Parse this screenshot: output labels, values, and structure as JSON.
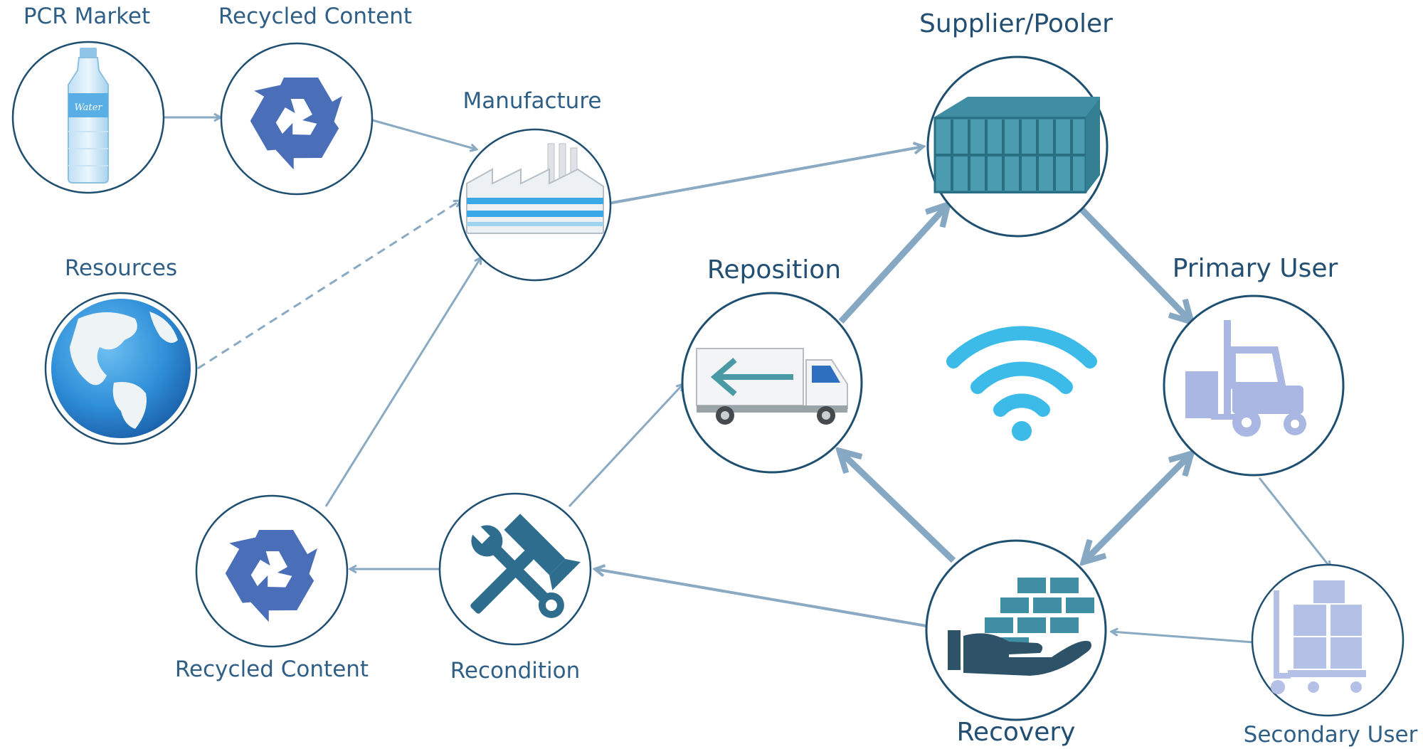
{
  "nodes": {
    "pcr_market": "PCR Market",
    "recycled_content_top": "Recycled Content",
    "manufacture": "Manufacture",
    "resources": "Resources",
    "supplier_pooler": "Supplier/Pooler",
    "reposition": "Reposition",
    "primary_user": "Primary User",
    "recycled_content_bottom": "Recycled Content",
    "recondition": "Recondition",
    "recovery": "Recovery",
    "secondary_user": "Secondary User"
  },
  "bottle_text": "Water",
  "icons": {
    "pcr_market": "water-bottle-icon",
    "recycled_content": "recycle-icon",
    "manufacture": "factory-icon",
    "resources": "globe-icon",
    "supplier_pooler": "crate-icon",
    "reposition": "truck-icon",
    "primary_user": "forklift-icon",
    "recondition": "tools-icon",
    "recovery": "hand-boxes-icon",
    "secondary_user": "hand-truck-icon",
    "center": "wifi-icon"
  },
  "colors": {
    "label": "#2f5f86",
    "circle_border": "#1e4f70",
    "thin_arrow": "#8aa9c2",
    "thick_arrow": "#86a8c3",
    "recycle": "#4a6fb8",
    "wifi": "#3cbbe9"
  }
}
